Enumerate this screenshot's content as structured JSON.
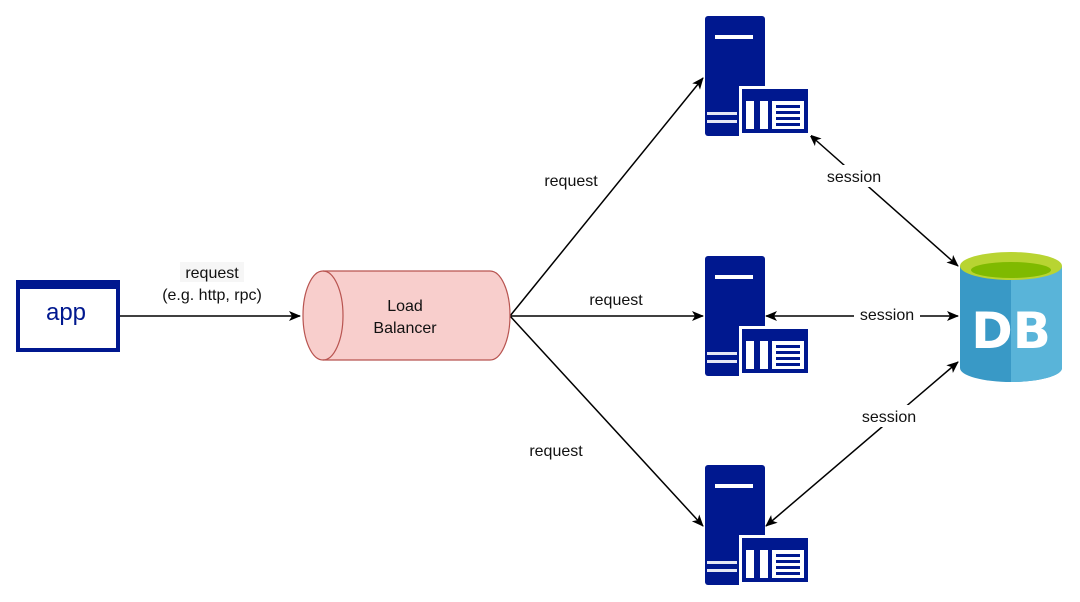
{
  "app": {
    "label": "app"
  },
  "app_edge": {
    "line1": "request",
    "line2": "(e.g. http, rpc)"
  },
  "load_balancer": {
    "line1": "Load",
    "line2": "Balancer"
  },
  "requests": {
    "top": "request",
    "middle": "request",
    "bottom": "request"
  },
  "sessions": {
    "top": "session",
    "middle": "session",
    "bottom": "session"
  },
  "db": {
    "label": "DB"
  },
  "servers": [
    "server-top",
    "server-middle",
    "server-bottom"
  ],
  "colors": {
    "server": "#00188F",
    "app_border": "#00188F",
    "app_text": "#00188F",
    "lb_fill": "#F8CECC",
    "lb_stroke": "#B85450",
    "db_body": "#3999C6",
    "db_body_light": "#59B4D9",
    "db_top": "#B8D432",
    "db_top_inner": "#7FBA00",
    "edge": "#000000",
    "label_bg": "#FFFFFF"
  },
  "icons": {
    "server": "server-icon",
    "database": "database-icon",
    "arrow": "arrowhead-icon"
  }
}
